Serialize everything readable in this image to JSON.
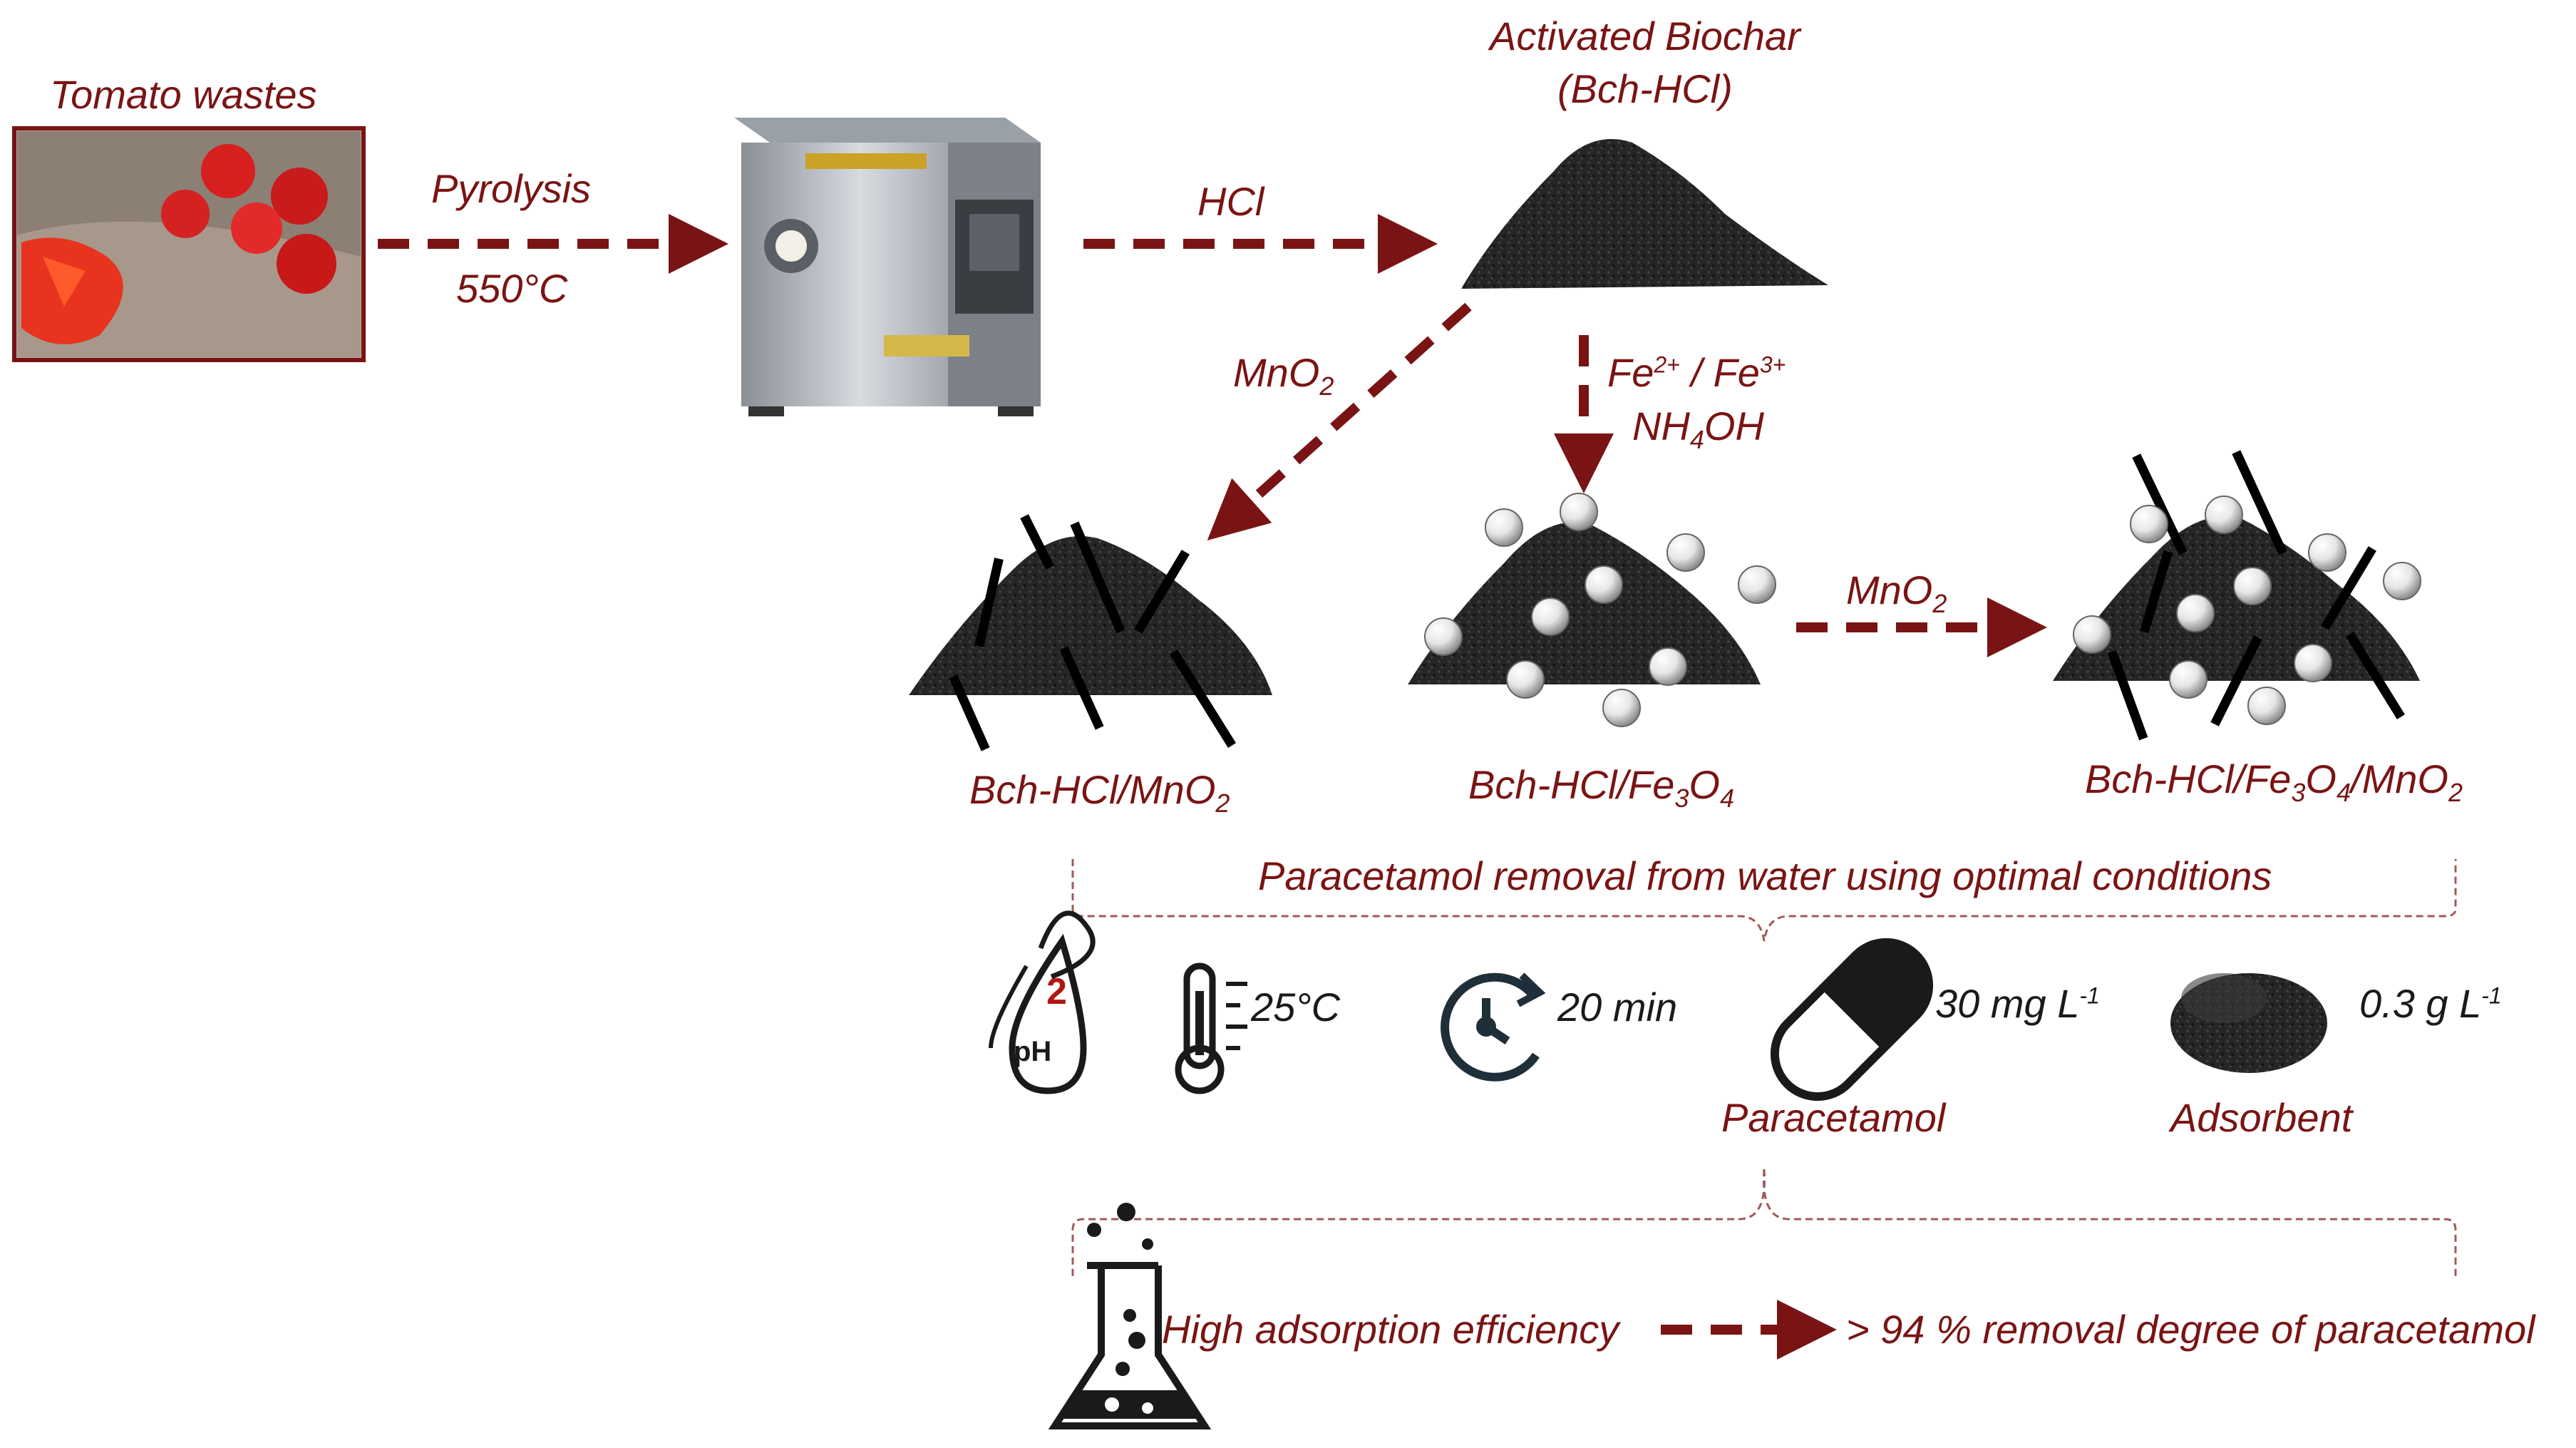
{
  "colors": {
    "accent": "#7a1414",
    "char": "#262626",
    "ink": "#1a1a1a"
  },
  "source": {
    "label": "Tomato wastes",
    "icon": "tomato-photo"
  },
  "step1": {
    "label": "Pyrolysis",
    "temp": "550°C",
    "icon": "tube-furnace-photo"
  },
  "step2": {
    "label": "HCl"
  },
  "activated": {
    "line1": "Activated Biochar",
    "line2": "(Bch-HCl)"
  },
  "branch_left": {
    "reagent": "MnO",
    "sub": "2"
  },
  "branch_down": {
    "line1_a": "Fe",
    "sup1": "2+",
    "line1_b": " / Fe",
    "sup2": "3+",
    "line2_a": "NH",
    "sub": "4",
    "line2_b": "OH"
  },
  "branch_right": {
    "reagent": "MnO",
    "sub": "2"
  },
  "products": {
    "p1": {
      "a": "Bch-HCl/MnO",
      "s1": "2"
    },
    "p2": {
      "a": "Bch-HCl/Fe",
      "s1": "3",
      "b": "O",
      "s2": "4"
    },
    "p3": {
      "a": "Bch-HCl/Fe",
      "s1": "3",
      "b": "O",
      "s2": "4",
      "c": "/MnO",
      "s3": "2"
    }
  },
  "conditions": {
    "title": "Paracetamol removal from water using optimal conditions",
    "ph_value": "2",
    "ph_text": "pH",
    "temperature": "25°C",
    "time": "20 min",
    "concentration": {
      "value": "30 mg L",
      "exp": "-1"
    },
    "paracetamol_label": "Paracetamol",
    "dose": {
      "value": "0.3 g L",
      "exp": "-1"
    },
    "adsorbent_label": "Adsorbent"
  },
  "result": {
    "efficiency": "High adsorption efficiency",
    "removal": "> 94 % removal degree of paracetamol"
  }
}
